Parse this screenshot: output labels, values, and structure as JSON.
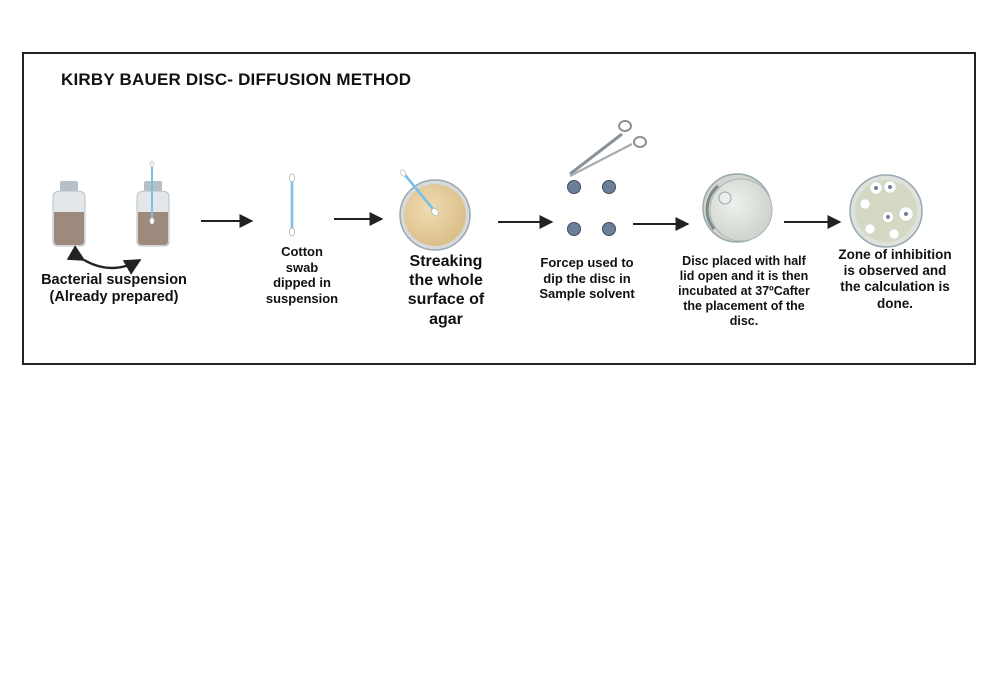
{
  "title": "KIRBY BAUER DISC- DIFFUSION METHOD",
  "steps": [
    {
      "label": "Bacterial suspension\n(Already prepared)"
    },
    {
      "label": "Cotton\nswab\ndipped in\nsuspension"
    },
    {
      "label": "Streaking\nthe whole\nsurface of\nagar"
    },
    {
      "label": "Forcep used to\ndip the disc in\nSample solvent"
    },
    {
      "label": "Disc placed with half\nlid open and it is then\nincubated at 37ºCafter\nthe placement of the\ndisc."
    },
    {
      "label": "Zone of inhibition\nis observed and\nthe calculation is\ndone."
    }
  ],
  "colors": {
    "suspension": "#9e8a7c",
    "bottle_glass": "#e3e7ea",
    "swab": "#7bbfe6",
    "agar": "#e8cf9c",
    "plate_rim": "#9aa7ae",
    "disc": "#6d7f98",
    "arrow": "#222222"
  },
  "icons": [
    "bottle-icon",
    "swab-icon",
    "agar-plate-icon",
    "forceps-icon",
    "disc-icon",
    "petri-dish-icon",
    "arrow-icon"
  ]
}
